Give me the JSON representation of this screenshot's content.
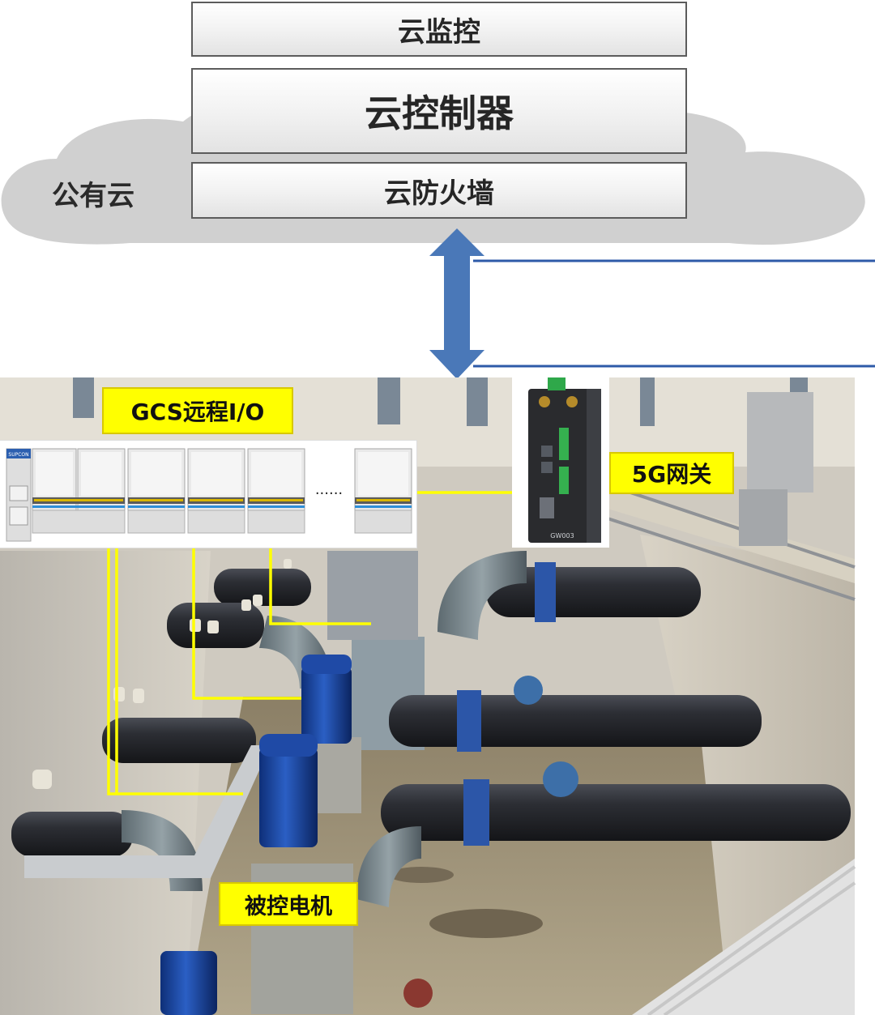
{
  "cloud": {
    "label": "公有云",
    "layers": {
      "monitor": "云监控",
      "controller": "云控制器",
      "firewall": "云防火墙"
    }
  },
  "field": {
    "io_label": "GCS远程I/O",
    "gateway_label": "5G网关",
    "motor_label": "被控电机",
    "io_ellipsis": "......",
    "brand_text": "SUPCON",
    "gateway_model": "GW003"
  },
  "colors": {
    "cloud": "#d0d0d0",
    "arrow": "#4a78b8",
    "line_blue": "#2e5aa8",
    "signal": "#ffff00"
  }
}
